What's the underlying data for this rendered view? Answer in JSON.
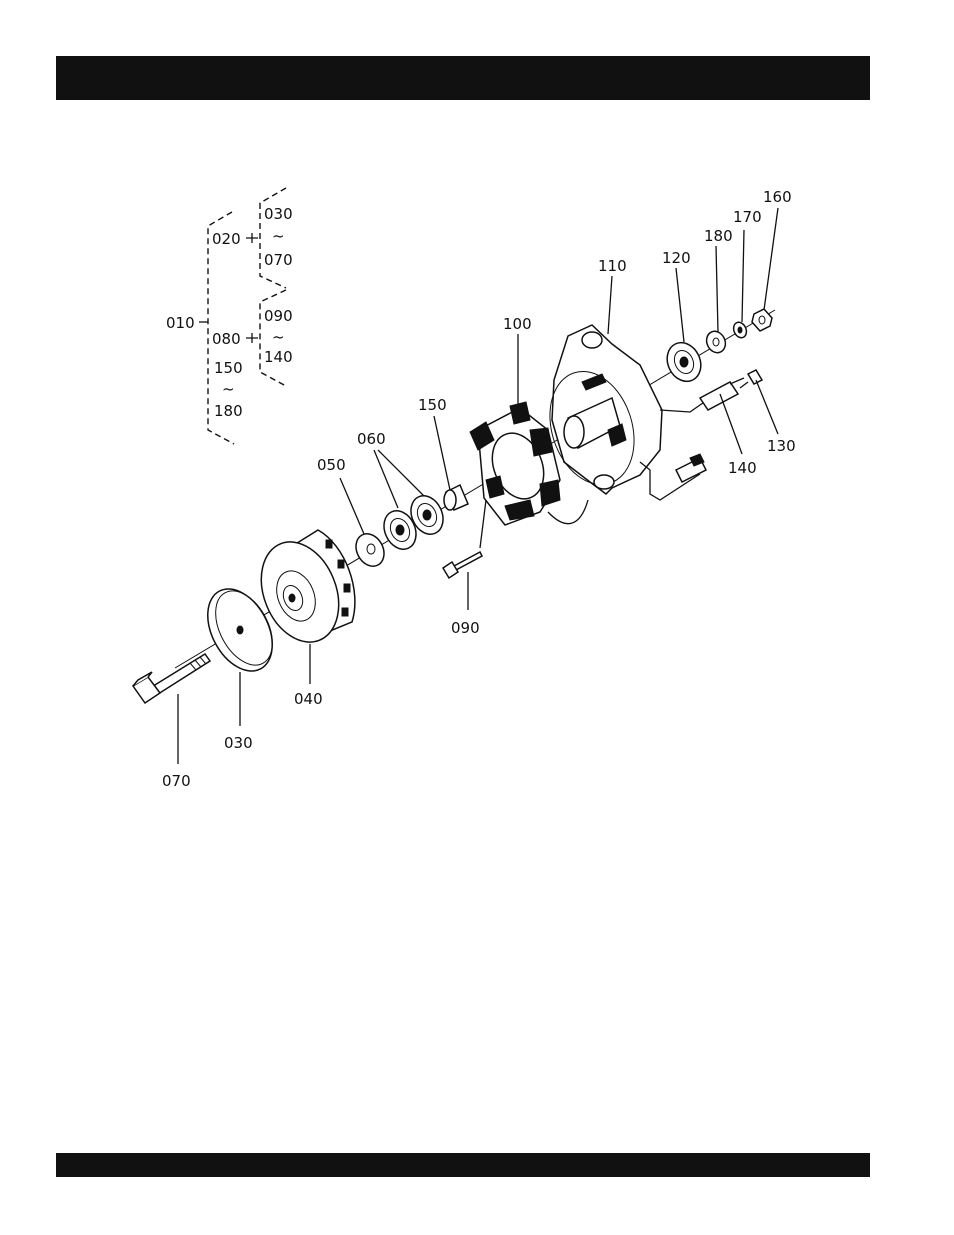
{
  "labels": {
    "p010": "010",
    "p020": "020",
    "p030_top": "030",
    "tilde1": "~",
    "p070_top": "070",
    "p080": "080",
    "p090_top": "090",
    "tilde2": "~",
    "p140_top": "140",
    "p150_top": "150",
    "tilde3": "~",
    "p180_top": "180",
    "p100": "100",
    "p110": "110",
    "p120": "120",
    "p180": "180",
    "p170": "170",
    "p160": "160",
    "p150": "150",
    "p060": "060",
    "p050": "050",
    "p130": "130",
    "p140": "140",
    "p090": "090",
    "p040": "040",
    "p030": "030",
    "p070": "070"
  }
}
